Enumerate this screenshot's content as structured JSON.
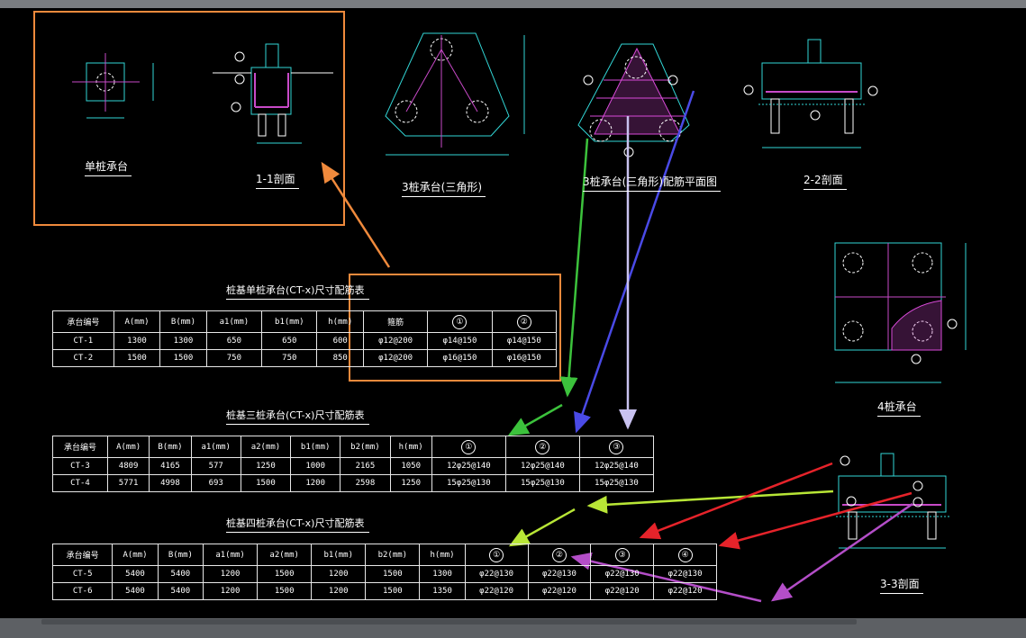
{
  "drawing_labels": {
    "single_pile": "单桩承台",
    "section_1_1": "1-1剖面",
    "triangle_pile": "3桩承台(三角形)",
    "triangle_rebar": "3桩承台(三角形)配筋平面图",
    "section_2_2": "2-2剖面",
    "four_pile": "4桩承台",
    "section_3_3": "3-3剖面"
  },
  "tables": {
    "single": {
      "title": "桩基单桩承台(CT-x)尺寸配筋表",
      "headers": [
        "承台编号",
        "A(mm)",
        "B(mm)",
        "a1(mm)",
        "b1(mm)",
        "h(mm)",
        "箍筋",
        "①",
        "②"
      ],
      "rows": [
        [
          "CT-1",
          "1300",
          "1300",
          "650",
          "650",
          "600",
          "φ12@200",
          "φ14@150",
          "φ14@150"
        ],
        [
          "CT-2",
          "1500",
          "1500",
          "750",
          "750",
          "850",
          "φ12@200",
          "φ16@150",
          "φ16@150"
        ]
      ]
    },
    "triple": {
      "title": "桩基三桩承台(CT-x)尺寸配筋表",
      "headers": [
        "承台编号",
        "A(mm)",
        "B(mm)",
        "a1(mm)",
        "a2(mm)",
        "b1(mm)",
        "b2(mm)",
        "h(mm)",
        "①",
        "②",
        "③"
      ],
      "rows": [
        [
          "CT-3",
          "4809",
          "4165",
          "577",
          "1250",
          "1000",
          "2165",
          "1050",
          "12φ25@140",
          "12φ25@140",
          "12φ25@140"
        ],
        [
          "CT-4",
          "5771",
          "4998",
          "693",
          "1500",
          "1200",
          "2598",
          "1250",
          "15φ25@130",
          "15φ25@130",
          "15φ25@130"
        ]
      ]
    },
    "quad": {
      "title": "桩基四桩承台(CT-x)尺寸配筋表",
      "headers": [
        "承台编号",
        "A(mm)",
        "B(mm)",
        "a1(mm)",
        "a2(mm)",
        "b1(mm)",
        "b2(mm)",
        "h(mm)",
        "①",
        "②",
        "③",
        "④"
      ],
      "rows": [
        [
          "CT-5",
          "5400",
          "5400",
          "1200",
          "1500",
          "1200",
          "1500",
          "1300",
          "φ22@130",
          "φ22@130",
          "φ22@130",
          "φ22@130"
        ],
        [
          "CT-6",
          "5400",
          "5400",
          "1200",
          "1500",
          "1200",
          "1500",
          "1350",
          "φ22@120",
          "φ22@120",
          "φ22@120",
          "φ22@120"
        ]
      ]
    }
  },
  "annotation_colors": {
    "orange": "#f08a3c",
    "green": "#3cc23c",
    "blue": "#4a4ae6",
    "lavender": "#c9c2f0",
    "yellow_green": "#b8e636",
    "red": "#e6232a",
    "purple": "#b44ec8"
  }
}
